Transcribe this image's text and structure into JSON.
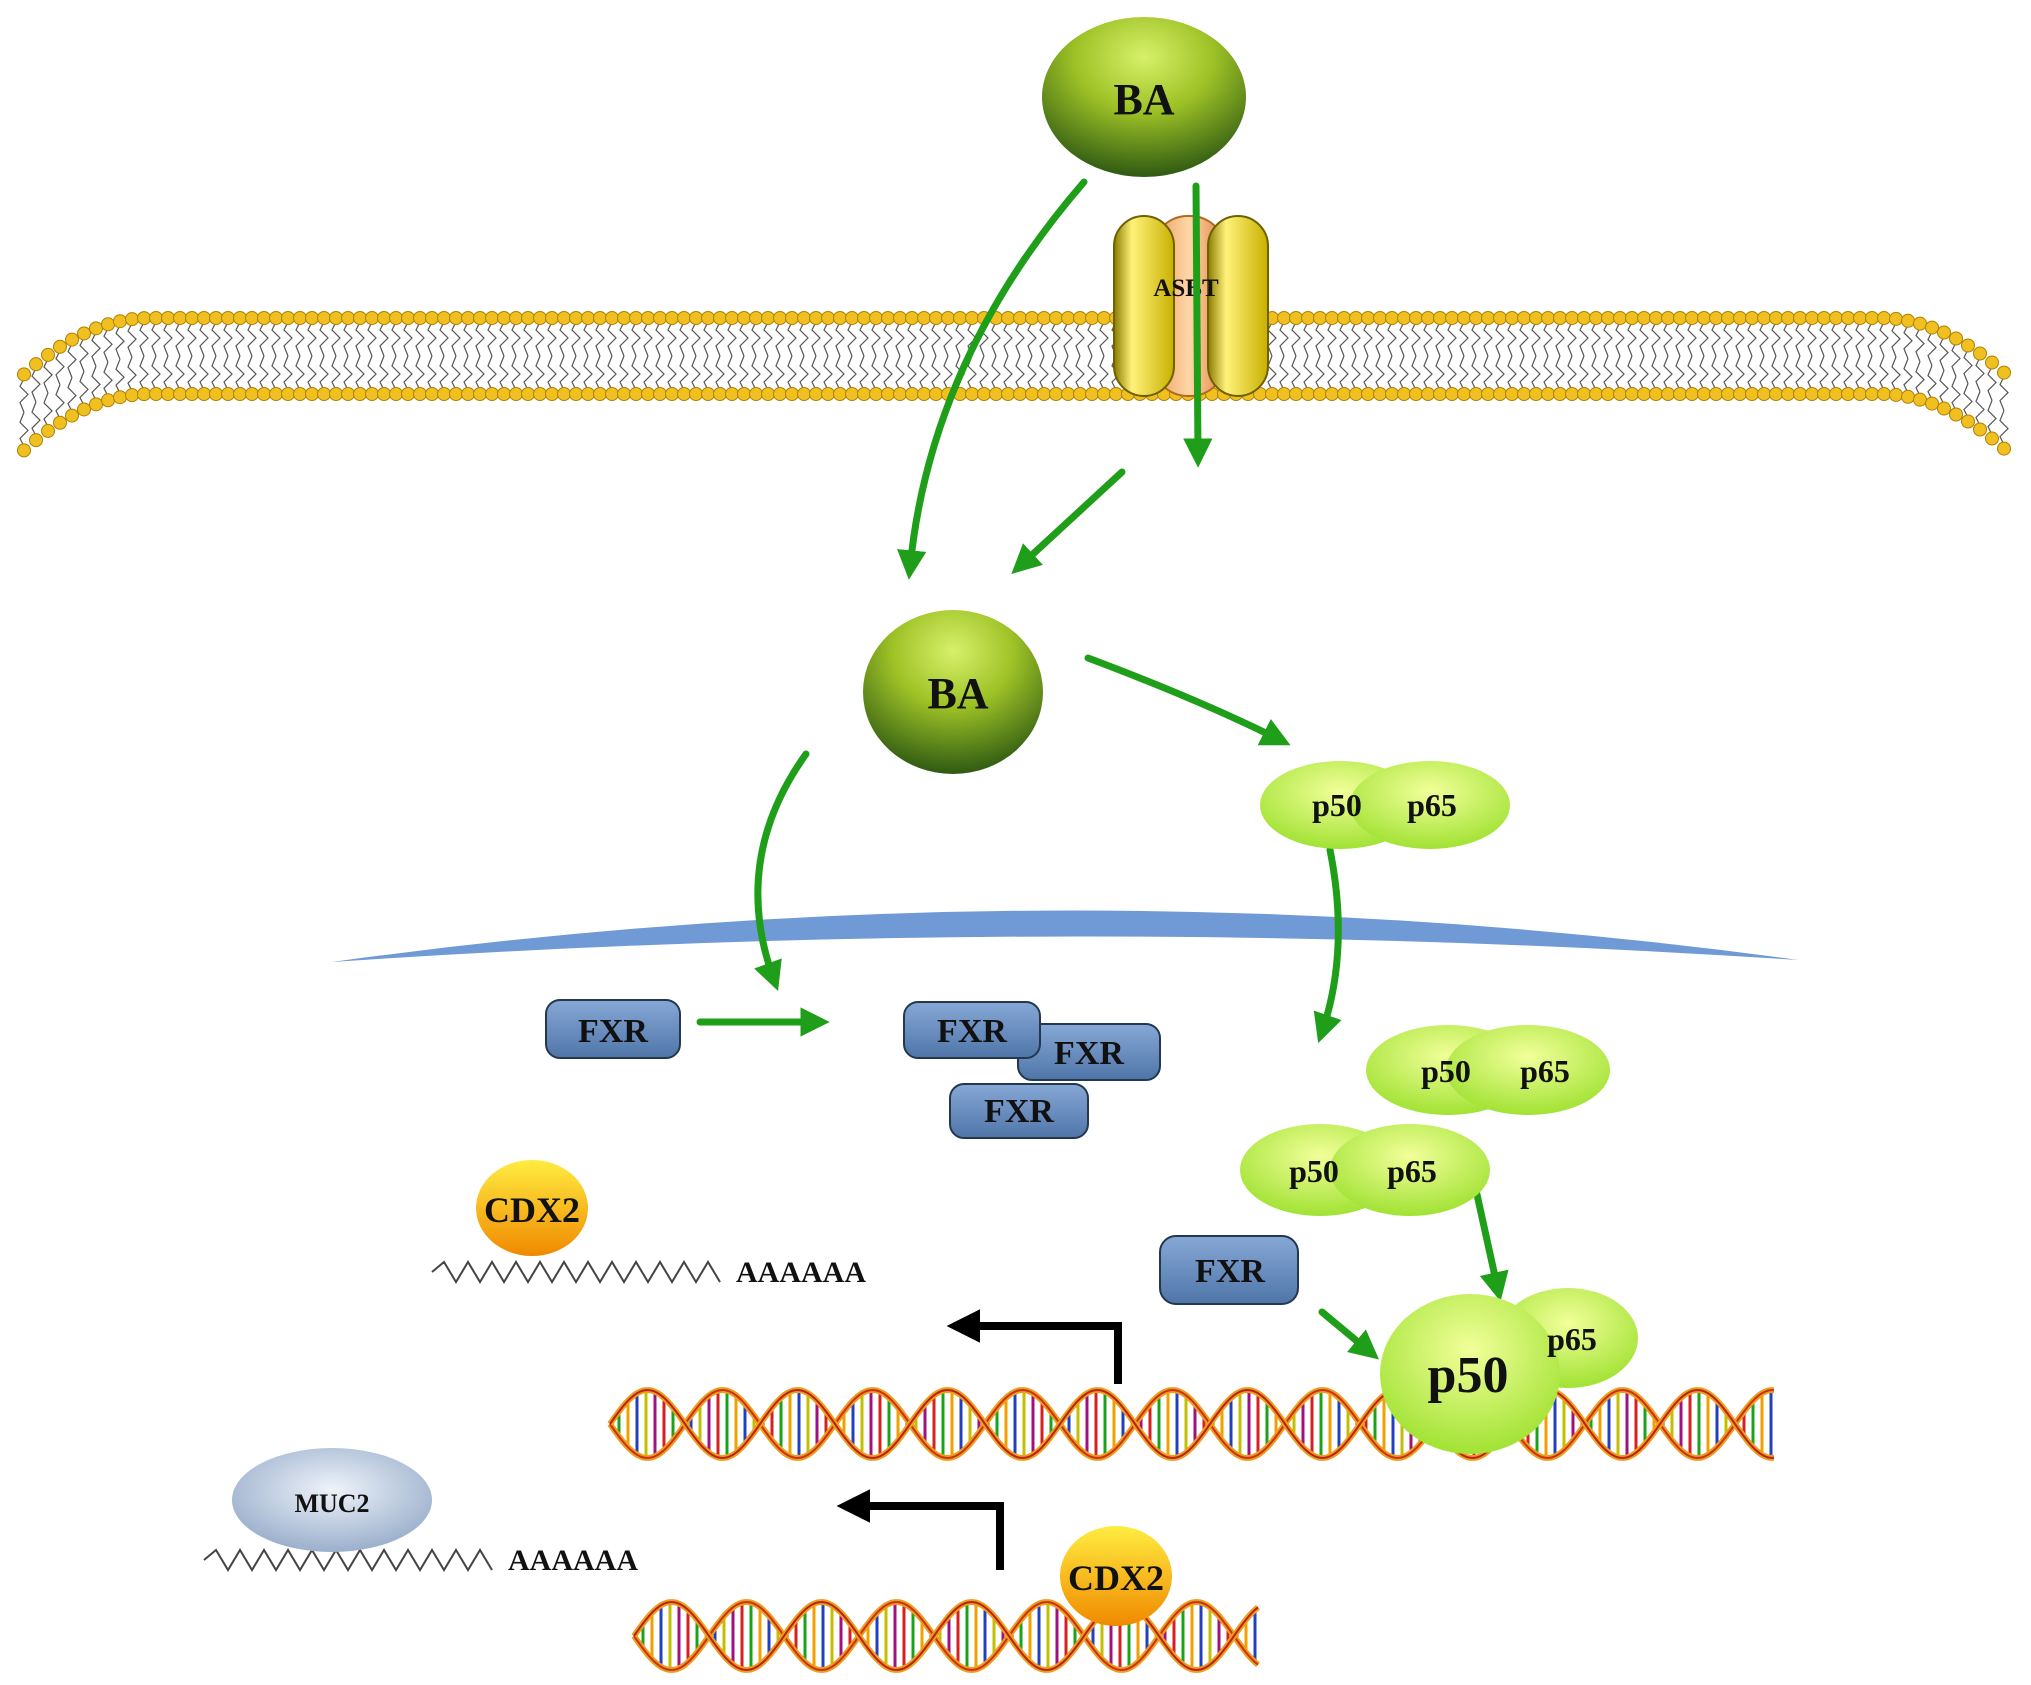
{
  "labels": {
    "ba_outside": "BA",
    "ba_inside": "BA",
    "asbt": "ASBT",
    "fxr_single": "FXR",
    "fxr_group_1": "FXR",
    "fxr_group_2": "FXR",
    "fxr_group_3": "FXR",
    "fxr_dna": "FXR",
    "nfkb_cyto": {
      "p50": "p50",
      "p65": "p65"
    },
    "nfkb_nuc_1": {
      "p50": "p50",
      "p65": "p65"
    },
    "nfkb_nuc_2": {
      "p50": "p50",
      "p65": "p65"
    },
    "nfkb_dna": {
      "p50": "p50",
      "p65": "p65"
    },
    "cdx2_mrna": "CDX2",
    "cdx2_dna": "CDX2",
    "muc2_mrna": "MUC2",
    "polya_1": "AAAAAA",
    "polya_2": "AAAAAA"
  },
  "colors": {
    "arrow_green": "#1f9e1a",
    "membrane_head": "#f0c020",
    "membrane_tail": "#555555",
    "nuclear_envelope": "#6f9ad6",
    "fxr_fill": "#6e93c4",
    "nfkb_fill": "#c8f060",
    "cdx2_fill": "#f5b800",
    "muc2_fill": "#a9bcd6"
  }
}
